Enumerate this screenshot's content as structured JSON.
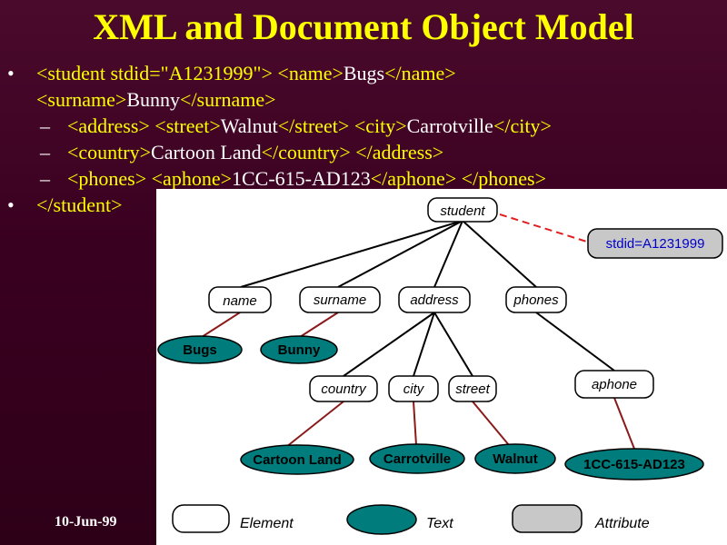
{
  "title": "XML and Document Object Model",
  "bullets": {
    "b1_bullet": "•",
    "b1_part1": "<student stdid=\"A1231999\"> <name>",
    "b1_part2": "Bugs",
    "b1_part3": "</name>",
    "b1_cont1": "<surname>",
    "b1_cont2": "Bunny",
    "b1_cont3": "</surname>",
    "s1_dash": "–",
    "s1_a": "<address> <street>",
    "s1_b": "Walnut",
    "s1_c": "</street> <city>",
    "s1_d": "Carrotville",
    "s1_e": "</city>",
    "s2_dash": "–",
    "s2_a": "<country>",
    "s2_b": "Cartoon Land",
    "s2_c": "</country> </address>",
    "s3_dash": "–",
    "s3_a": "<phones> <aphone>",
    "s3_b": "1CC-615-AD123",
    "s3_c": "</aphone> </phones>",
    "b2_bullet": "•",
    "b2_text": "</student>"
  },
  "date": "10-Jun-99",
  "diagram": {
    "elements": {
      "student": "student",
      "name": "name",
      "surname": "surname",
      "address": "address",
      "phones": "phones",
      "country": "country",
      "city": "city",
      "street": "street",
      "aphone": "aphone"
    },
    "texts": {
      "bugs": "Bugs",
      "bunny": "Bunny",
      "cartoon_land": "Cartoon Land",
      "carrotville": "Carrotville",
      "walnut": "Walnut",
      "phone": "1CC-615-AD123"
    },
    "attribute": "stdid=A1231999",
    "legend": {
      "element": "Element",
      "text": "Text",
      "attribute": "Attribute"
    },
    "colors": {
      "text_node": "#007c7c",
      "edge_dark": "#000000",
      "edge_red": "#8b1a1a",
      "attr_link": "#e02020",
      "attribute_fill": "#c8c8c8"
    }
  }
}
